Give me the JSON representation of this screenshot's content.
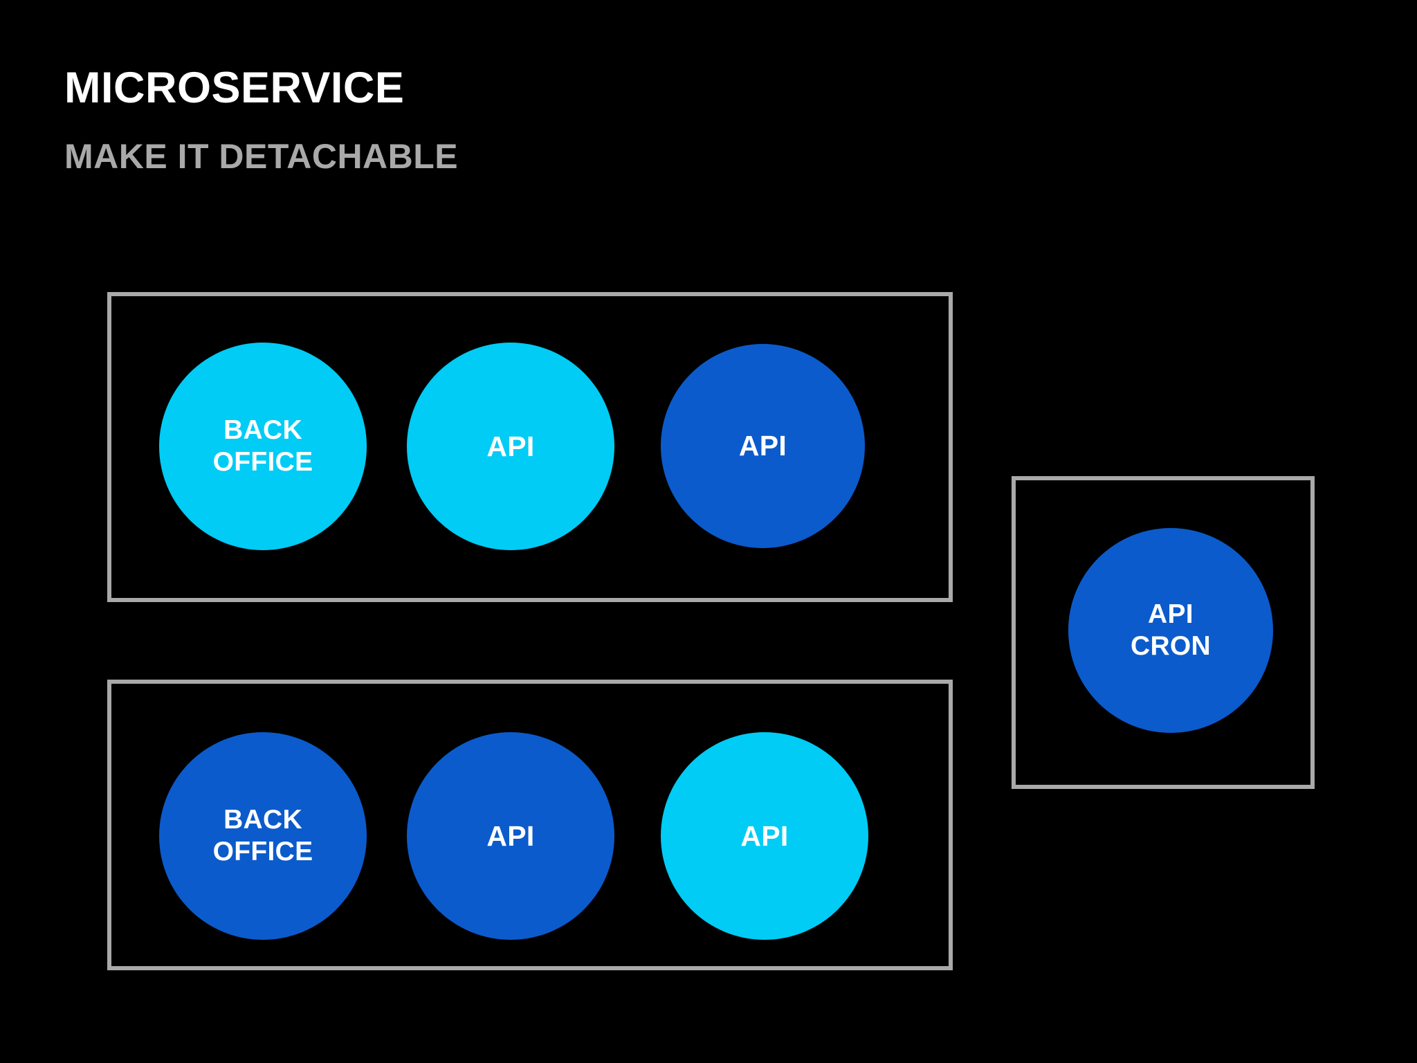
{
  "slide": {
    "background_color": "#000000",
    "title": "MICROSERVICE",
    "subtitle": "MAKE IT DETACHABLE"
  },
  "palette": {
    "cyan": "#00ccf5",
    "blue": "#0b5bcc",
    "border_gray": "#a9a9a9",
    "title_white": "#ffffff",
    "subtitle_gray": "#a9a9a9",
    "label_white": "#ffffff"
  },
  "diagram": {
    "groups": [
      {
        "id": "group-row-1",
        "name": "deployment-group-1",
        "nodes": [
          {
            "label": "BACK\nOFFICE",
            "color": "#00ccf5",
            "shape": "circle"
          },
          {
            "label": "API",
            "color": "#00ccf5",
            "shape": "circle"
          },
          {
            "label": "API",
            "color": "#0b5bcc",
            "shape": "circle"
          }
        ]
      },
      {
        "id": "group-row-2",
        "name": "deployment-group-2",
        "nodes": [
          {
            "label": "BACK\nOFFICE",
            "color": "#0b5bcc",
            "shape": "circle"
          },
          {
            "label": "API",
            "color": "#0b5bcc",
            "shape": "circle"
          },
          {
            "label": "API",
            "color": "#00ccf5",
            "shape": "circle"
          }
        ]
      },
      {
        "id": "group-cron",
        "name": "detached-cron-group",
        "nodes": [
          {
            "label": "API\nCRON",
            "color": "#0b5bcc",
            "shape": "circle"
          }
        ]
      }
    ]
  }
}
